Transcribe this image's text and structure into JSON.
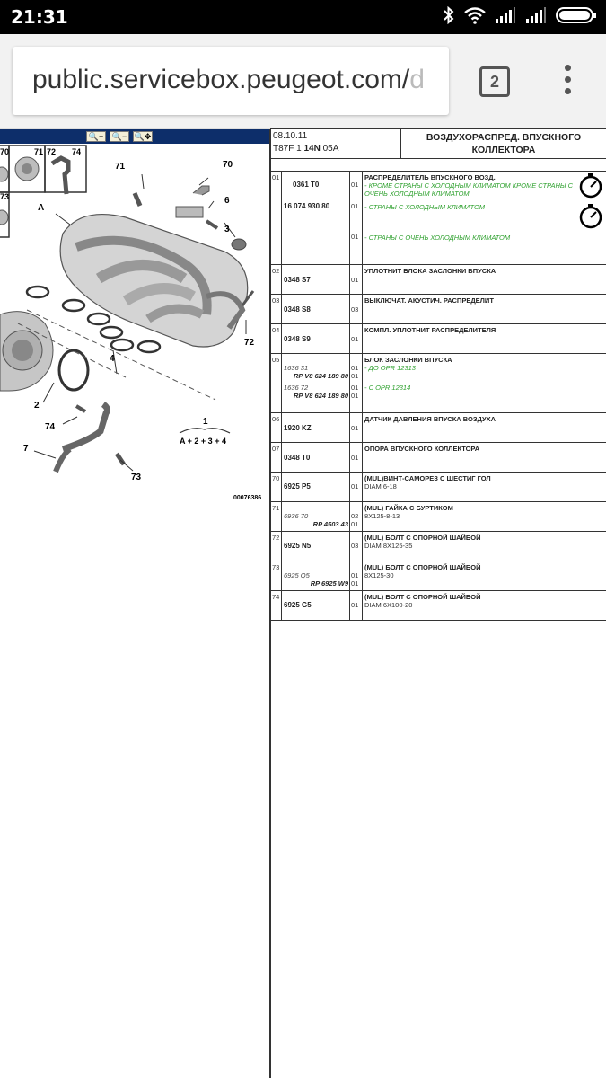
{
  "status_bar": {
    "time": "21:31",
    "icons": [
      "bluetooth-icon",
      "wifi-icon",
      "signal-icon",
      "signal-icon",
      "battery-icon"
    ]
  },
  "browser": {
    "url_main": "public.servicebox.peugeot.com/",
    "url_faded": "d",
    "tab_count": "2"
  },
  "diagram": {
    "zoom_buttons": [
      "zoom-in-icon",
      "zoom-out-icon",
      "zoom-fit-icon"
    ],
    "callouts": {
      "c70": "70",
      "c71": "71",
      "c72": "72",
      "c74": "74",
      "c73": "73",
      "cA": "A",
      "c6": "6",
      "c3": "3",
      "c4": "4",
      "c2": "2",
      "c7": "7",
      "c1": "1",
      "formula": "A + 2 + 3 + 4",
      "code": "00076386"
    }
  },
  "header": {
    "date": "08.10.11",
    "code_prefix": "T87F 1 ",
    "code_bold": "14N",
    "code_suffix": " 05A",
    "title_line1": "ВОЗДУХОРАСПРЕД. ВПУСКНОГО",
    "title_line2": "КОЛЛЕКТОРА"
  },
  "rows": [
    {
      "num": "01",
      "refs": [
        "0361 T0",
        "16 074 930 80"
      ],
      "qty": [
        "01",
        "01",
        "01"
      ],
      "name": "РАСПРЕДЕЛИТЕЛЬ ВПУСКНОГО ВОЗД.",
      "notes": [
        "- КРОМЕ СТРАНЫ С ХОЛОДНЫМ КЛИМАТОМ КРОМЕ СТРАНЫ С",
        "ОЧЕНЬ ХОЛОДНЫМ КЛИМАТОМ",
        "- СТРАНЫ С ХОЛОДНЫМ КЛИМАТОМ",
        "- СТРАНЫ С ОЧЕНЬ ХОЛОДНЫМ КЛИМАТОМ"
      ],
      "icons": [
        "stopwatch-icon",
        "stopwatch-icon"
      ]
    },
    {
      "num": "02",
      "ref": "0348 S7",
      "qty": "01",
      "name": "УПЛОТНИТ БЛОКА ЗАСЛОНКИ ВПУСКА"
    },
    {
      "num": "03",
      "ref": "0348 S8",
      "qty": "03",
      "name": "ВЫКЛЮЧАТ. АКУСТИЧ. РАСПРЕДЕЛИТ"
    },
    {
      "num": "04",
      "ref": "0348 S9",
      "qty": "01",
      "name": "КОМПЛ. УПЛОТНИТ РАСПРЕДЕЛИТЕЛЯ"
    },
    {
      "num": "05",
      "refs": [
        "1636 31",
        "RP V8 624 189 80",
        "1636 72",
        "RP V8 624 189 80"
      ],
      "qty": [
        "01",
        "01",
        "01",
        "01"
      ],
      "name": "БЛОК ЗАСЛОНКИ ВПУСКА",
      "notes": [
        "- ДО OPR 12313",
        "- С OPR 12314"
      ]
    },
    {
      "num": "06",
      "ref": "1920 KZ",
      "qty": "01",
      "name": "ДАТЧИК ДАВЛЕНИЯ ВПУСКА ВОЗДУХА"
    },
    {
      "num": "07",
      "ref": "0348 T0",
      "qty": "01",
      "name": "ОПОРА ВПУСКНОГО КОЛЛЕКТОРА"
    },
    {
      "num": "70",
      "ref": "6925 P5",
      "qty": "01",
      "name": "(MUL)ВИНТ-САМОРЕЗ С ШЕСТИГ ГОЛ",
      "sub": "DIAM 6-18"
    },
    {
      "num": "71",
      "refs": [
        "6936 70",
        "RP 4503 43"
      ],
      "qty": [
        "02",
        "01"
      ],
      "name": "(MUL) ГАЙКА С БУРТИКОМ",
      "sub": "8X125-8-13"
    },
    {
      "num": "72",
      "ref": "6925 N5",
      "qty": "03",
      "name": "(MUL) БОЛТ С ОПОРНОЙ ШАЙБОЙ",
      "sub": "DIAM 8X125-35"
    },
    {
      "num": "73",
      "refs": [
        "6925 Q5",
        "RP 6925 W9"
      ],
      "qty": [
        "01",
        "01"
      ],
      "name": "(MUL) БОЛТ С ОПОРНОЙ ШАЙБОЙ",
      "sub": "8X125-30"
    },
    {
      "num": "74",
      "ref": "6925 G5",
      "qty": "01",
      "name": "(MUL) БОЛТ С ОПОРНОЙ ШАЙБОЙ",
      "sub": "DIAM 6X100-20"
    }
  ]
}
